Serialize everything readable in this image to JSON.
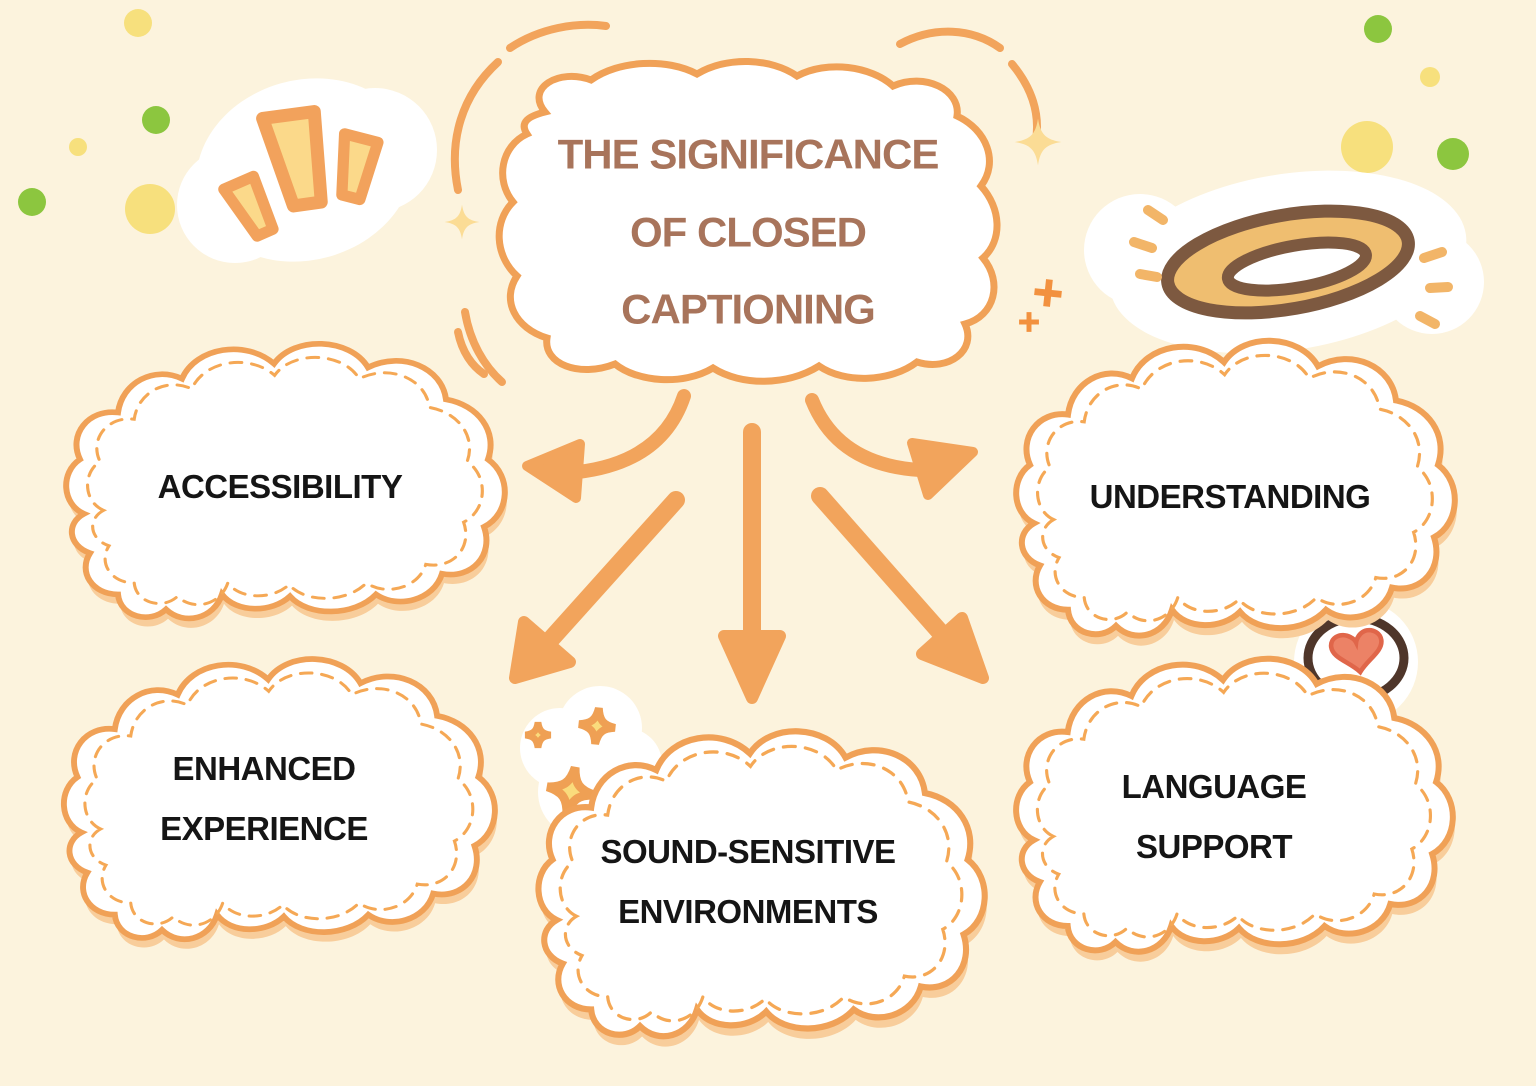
{
  "title": {
    "text": "THE SIGNIFICANCE\nOF CLOSED\nCAPTIONING"
  },
  "nodes": [
    {
      "label": "ACCESSIBILITY"
    },
    {
      "label": "UNDERSTANDING"
    },
    {
      "label": "ENHANCED\nEXPERIENCE"
    },
    {
      "label": "SOUND-SENSITIVE\nENVIRONMENTS"
    },
    {
      "label": "LANGUAGE\nSUPPORT"
    }
  ],
  "decorations": {
    "icons": [
      "croissant-sticker-icon",
      "donut-sticker-icon",
      "sparkles-sticker-icon",
      "speech-bubble-heart-icon",
      "sparkle-diamond-icon",
      "plus-sparkle-icon",
      "confetti-dots"
    ]
  },
  "colors": {
    "background": "#FCF3DD",
    "cloud_outline": "#F0A157",
    "cloud_dashed": "#F5A855",
    "cloud_shadow": "#F8CD9B",
    "arrow_orange": "#F2A45C",
    "title_brown": "#A8745B",
    "label_black": "#151515",
    "dot_yellow": "#F7E07D",
    "dot_green": "#8CC63F",
    "sparkle_pale_yellow": "#FBDC95",
    "sticker_star_fill": "#FADB7C",
    "sticker_star_stroke": "#EFA054",
    "croissant_fill": "#FBD98A",
    "croissant_stroke": "#F2A25C",
    "donut_tan": "#EFBE70",
    "donut_brown": "#7D5940",
    "donut_dash": "#F2B568",
    "bubble_brown": "#4F362A",
    "heart_coral": "#EC8266",
    "heart_stroke": "#E0664A",
    "plus_orange": "#F2913F"
  }
}
